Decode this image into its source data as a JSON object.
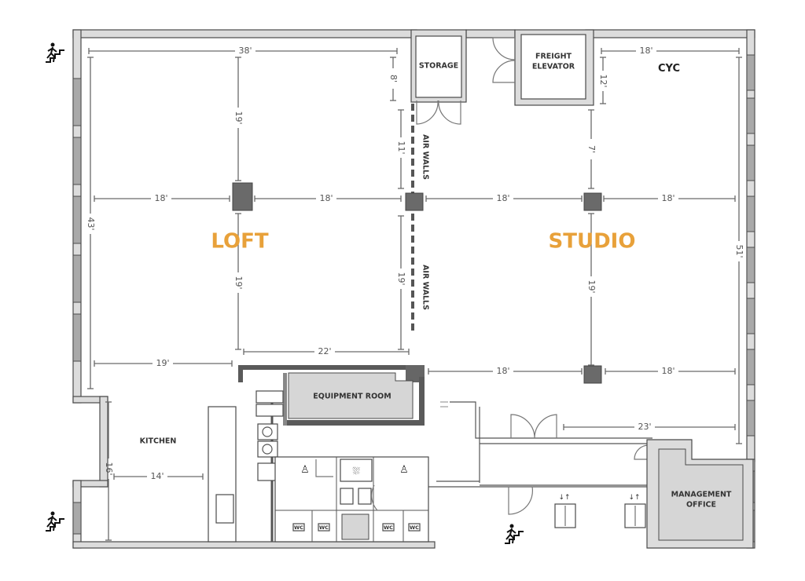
{
  "rooms": {
    "loft": "LOFT",
    "studio": "STUDIO",
    "storage": "STORAGE",
    "freight_elevator_line1": "FREIGHT",
    "freight_elevator_line2": "ELEVATOR",
    "cyc": "CYC",
    "air_walls_upper": "AIR WALLS",
    "air_walls_lower": "AIR WALLS",
    "equipment_room": "EQUIPMENT ROOM",
    "kitchen": "KITCHEN",
    "management_office_line1": "MANAGEMENT",
    "management_office_line2": "OFFICE"
  },
  "restroom_labels": [
    "WC",
    "WC",
    "WC",
    "WC"
  ],
  "dimensions": [
    "38'",
    "8'",
    "19'",
    "18'",
    "18'",
    "18'",
    "18'",
    "43'",
    "19'",
    "11'",
    "19'",
    "22'",
    "19'",
    "18'",
    "18'",
    "18'",
    "12'",
    "7'",
    "19'",
    "51'",
    "23'",
    "14'",
    "16'"
  ],
  "colors": {
    "room_label": "#e8a13a",
    "wall": "#dcdcdc",
    "column": "#6a6a6a"
  },
  "icons": [
    "stairs-exit-icon",
    "elevator-icon",
    "shower-icon",
    "restroom-person-icon",
    "sink-icon",
    "washer-icon",
    "dryer-icon"
  ]
}
